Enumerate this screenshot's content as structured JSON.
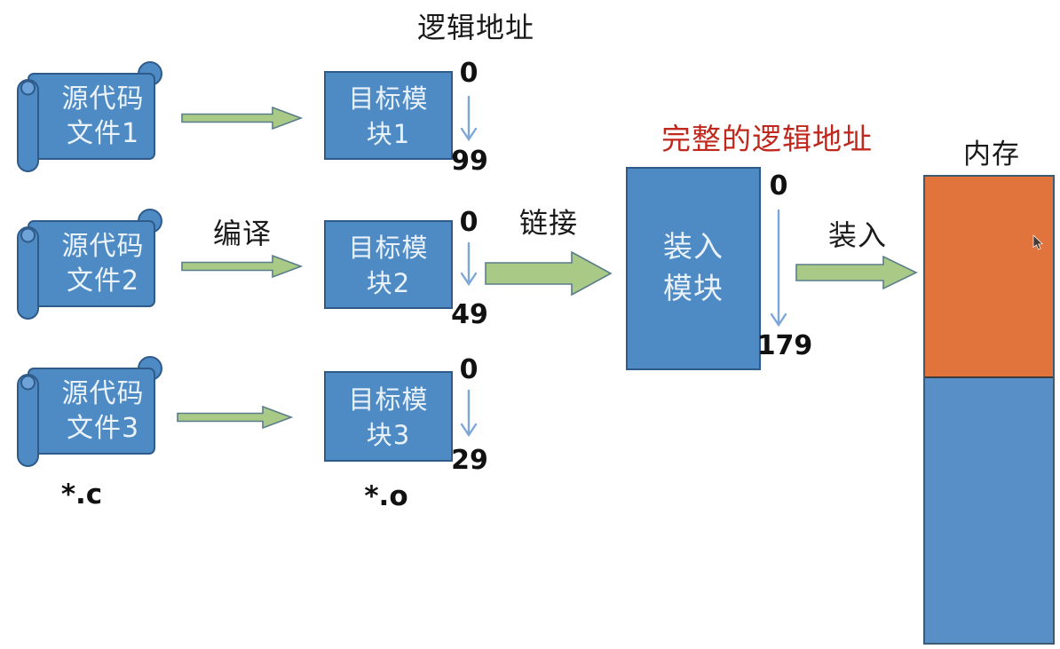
{
  "titles": {
    "logical_address": "逻辑地址",
    "complete_logical_address": "完整的逻辑地址",
    "memory": "内存"
  },
  "labels": {
    "compile": "编译",
    "link": "链接",
    "load": "装入",
    "source_ext": "*.c",
    "object_ext": "*.o"
  },
  "source_files": [
    {
      "line1": "源代码",
      "line2": "文件1"
    },
    {
      "line1": "源代码",
      "line2": "文件2"
    },
    {
      "line1": "源代码",
      "line2": "文件3"
    }
  ],
  "object_modules": [
    {
      "line1": "目标模",
      "line2": "块1",
      "start": "0",
      "end": "99"
    },
    {
      "line1": "目标模",
      "line2": "块2",
      "start": "0",
      "end": "49"
    },
    {
      "line1": "目标模",
      "line2": "块3",
      "start": "0",
      "end": "29"
    }
  ],
  "load_module": {
    "line1": "装入",
    "line2": "模块",
    "start": "0",
    "end": "179"
  },
  "colors": {
    "box_blue": "#4e8bc4",
    "box_border": "#2f5b8a",
    "arrow_green": "#a9c987",
    "arrow_border": "#5a7d8c",
    "thin_arrow_blue": "#7da7d9",
    "orange": "#e0743c",
    "memory_blue": "#578fc6",
    "red_text": "#c0281e"
  }
}
